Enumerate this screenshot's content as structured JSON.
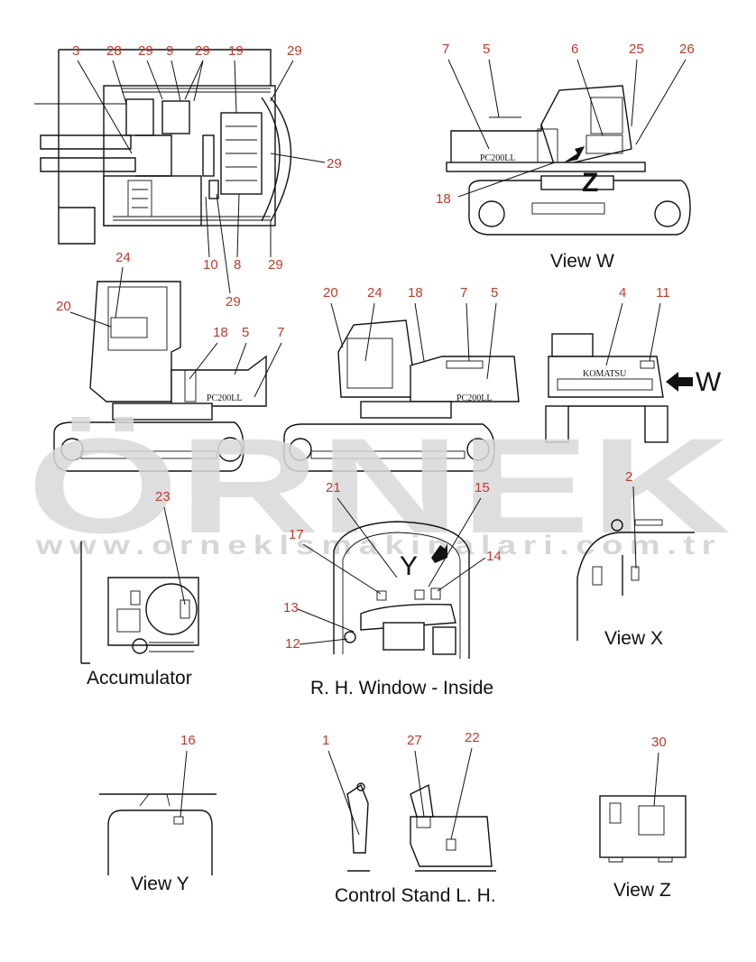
{
  "callouts": {
    "n3": "3",
    "n28": "28",
    "n29a": "29",
    "n9": "9",
    "n29b": "29",
    "n19": "19",
    "n29c": "29",
    "n29d": "29",
    "n10": "10",
    "n8": "8",
    "n29e": "29",
    "n29f": "29",
    "n7a": "7",
    "n5a": "5",
    "n6": "6",
    "n25": "25",
    "n26": "26",
    "n18a": "18",
    "n24a": "24",
    "n20a": "20",
    "n18b": "18",
    "n5b": "5",
    "n7b": "7",
    "n20b": "20",
    "n24b": "24",
    "n18c": "18",
    "n7c": "7",
    "n5c": "5",
    "n4": "4",
    "n11": "11",
    "n2": "2",
    "n23": "23",
    "n21": "21",
    "n15": "15",
    "n17": "17",
    "n14": "14",
    "n13": "13",
    "n12": "12",
    "n16": "16",
    "n1": "1",
    "n27": "27",
    "n22": "22",
    "n30": "30"
  },
  "captions": {
    "view_w": "View W",
    "view_x": "View X",
    "view_y": "View Y",
    "view_z": "View Z",
    "accumulator": "Accumulator",
    "rh_window": "R. H. Window - Inside",
    "control_stand": "Control Stand L. H."
  },
  "markers": {
    "w": "W",
    "y": "Y",
    "z": "Z"
  },
  "labels": {
    "model_a": "PC200LL",
    "model_b": "PC200LL",
    "model_c": "PC200LL",
    "komatsu": "KOMATSU"
  },
  "watermark": {
    "word": "ÖRNEK",
    "url": "www.orneklsmakinalari.com.tr"
  },
  "colors": {
    "callout": "#c0392b",
    "line": "#111111",
    "watermark": "#d9d9d9"
  }
}
